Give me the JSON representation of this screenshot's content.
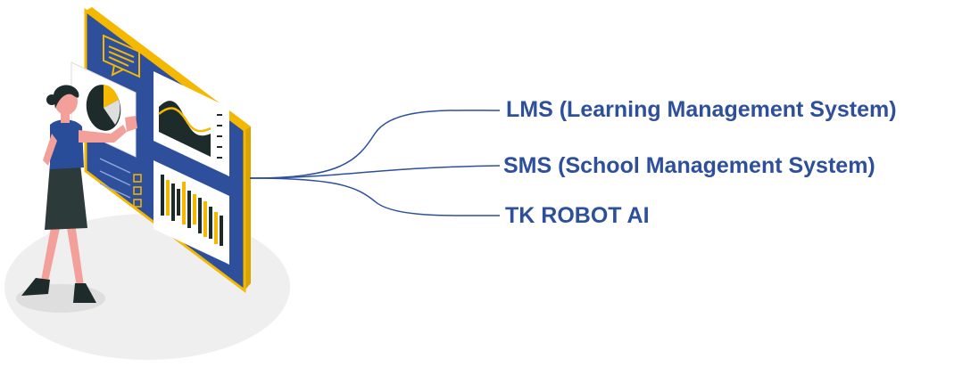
{
  "diagram": {
    "items": [
      {
        "label": "LMS (Learning Management System)"
      },
      {
        "label": "SMS (School Management System)"
      },
      {
        "label": "TK ROBOT AI"
      }
    ]
  },
  "colors": {
    "label": "#2d4f9c",
    "connector": "#2d4f9c",
    "board": "#2d4f9c",
    "board_border": "#f5b800",
    "accent": "#f5b800",
    "skin": "#f4a09a",
    "top": "#2a4d9a",
    "skirt": "#2d3a3a",
    "hair": "#1d2b2b",
    "floor": "#ececec"
  },
  "illustration": {
    "subject": "woman-presenting-dashboard"
  }
}
